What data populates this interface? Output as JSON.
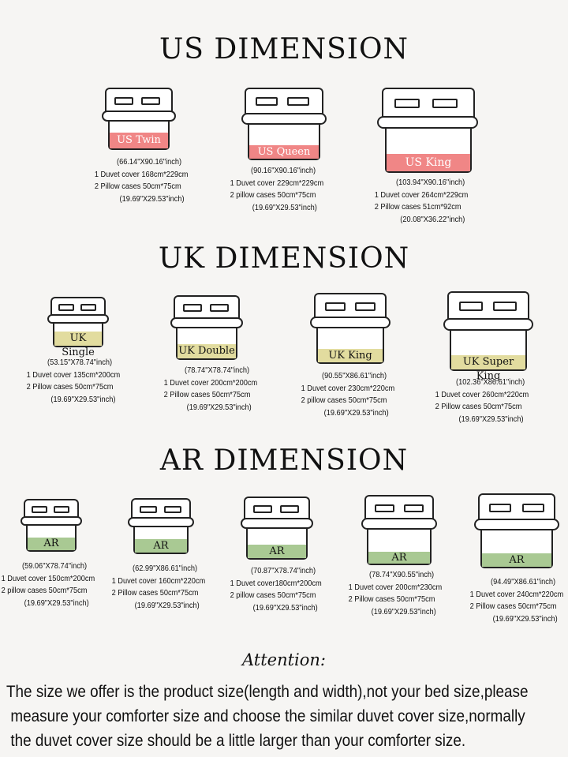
{
  "sections": {
    "us": "US DIMENSION",
    "uk": "UK DIMENSION",
    "ar": "AR DIMENSION"
  },
  "us": [
    {
      "label": "US Twin",
      "size": "(66.14\"X90.16\"inch)",
      "duvet": "1 Duvet cover 168cm*229cm",
      "pillow": "2 Pillow cases 50cm*75cm",
      "pillow_inch": "(19.69\"X29.53\"inch)"
    },
    {
      "label": "US Queen",
      "size": "(90.16\"X90.16\"inch)",
      "duvet": "1 Duvet cover 229cm*229cm",
      "pillow": "2 pillow cases 50cm*75cm",
      "pillow_inch": "(19.69\"X29.53\"inch)"
    },
    {
      "label": "US King",
      "size": "(103.94\"X90.16\"inch)",
      "duvet": "1 Duvet cover 264cm*229cm",
      "pillow": "2 Pillow cases 51cm*92cm",
      "pillow_inch": "(20.08\"X36.22\"inch)"
    }
  ],
  "uk": [
    {
      "label": "UK Single",
      "size": "(53.15\"X78.74\"inch)",
      "duvet": "1 Duvet cover 135cm*200cm",
      "pillow": "2 Pillow cases 50cm*75cm",
      "pillow_inch": "(19.69\"X29.53\"inch)"
    },
    {
      "label": "UK Double",
      "size": "(78.74\"X78.74\"inch)",
      "duvet": "1 Duvet cover 200cm*200cm",
      "pillow": "2 Pillow cases 50cm*75cm",
      "pillow_inch": "(19.69\"X29.53\"inch)"
    },
    {
      "label": "UK King",
      "size": "(90.55\"X86.61\"inch)",
      "duvet": "1 Duvet cover 230cm*220cm",
      "pillow": "2 pillow cases 50cm*75cm",
      "pillow_inch": "(19.69\"X29.53\"inch)"
    },
    {
      "label": "UK Super King",
      "size": "(102.36\"X86.61\"inch)",
      "duvet": "1 Duvet cover 260cm*220cm",
      "pillow": "2 Pillow cases 50cm*75cm",
      "pillow_inch": "(19.69\"X29.53\"inch)"
    }
  ],
  "ar": [
    {
      "label": "AR",
      "size": "(59.06\"X78.74\"inch)",
      "duvet": "1 Duvet cover 150cm*200cm",
      "pillow": "2 pillow cases 50cm*75cm",
      "pillow_inch": "(19.69\"X29.53\"inch)"
    },
    {
      "label": "AR",
      "size": "(62.99\"X86.61\"inch)",
      "duvet": "1 Duvet cover 160cm*220cm",
      "pillow": "2 Pillow cases 50cm*75cm",
      "pillow_inch": "(19.69\"X29.53\"inch)"
    },
    {
      "label": "AR",
      "size": "(70.87\"X78.74\"inch)",
      "duvet": "1 Duvet cover180cm*200cm",
      "pillow": "2 pillow cases 50cm*75cm",
      "pillow_inch": "(19.69\"X29.53\"inch)"
    },
    {
      "label": "AR",
      "size": "(78.74\"X90.55\"inch)",
      "duvet": "1 Duvet cover 200cm*230cm",
      "pillow": "2 Pillow cases 50cm*75cm",
      "pillow_inch": "(19.69\"X29.53\"inch)"
    },
    {
      "label": "AR",
      "size": "(94.49\"X86.61\"inch)",
      "duvet": "1 Duvet cover 240cm*220cm",
      "pillow": "2 Pillow cases 50cm*75cm",
      "pillow_inch": "(19.69\"X29.53\"inch)"
    }
  ],
  "attention": {
    "title": "Attention:",
    "lines": [
      "The size we offer is the product size(length and width),not your bed size,please",
      "measure your comforter size and choose the similar duvet cover size,normally",
      "the duvet cover size should be a little larger than your comforter size."
    ]
  },
  "colors": {
    "us_label": "#f08686",
    "uk_label": "#e2dc9f",
    "ar_label": "#a9c993",
    "background": "#f6f5f3"
  }
}
